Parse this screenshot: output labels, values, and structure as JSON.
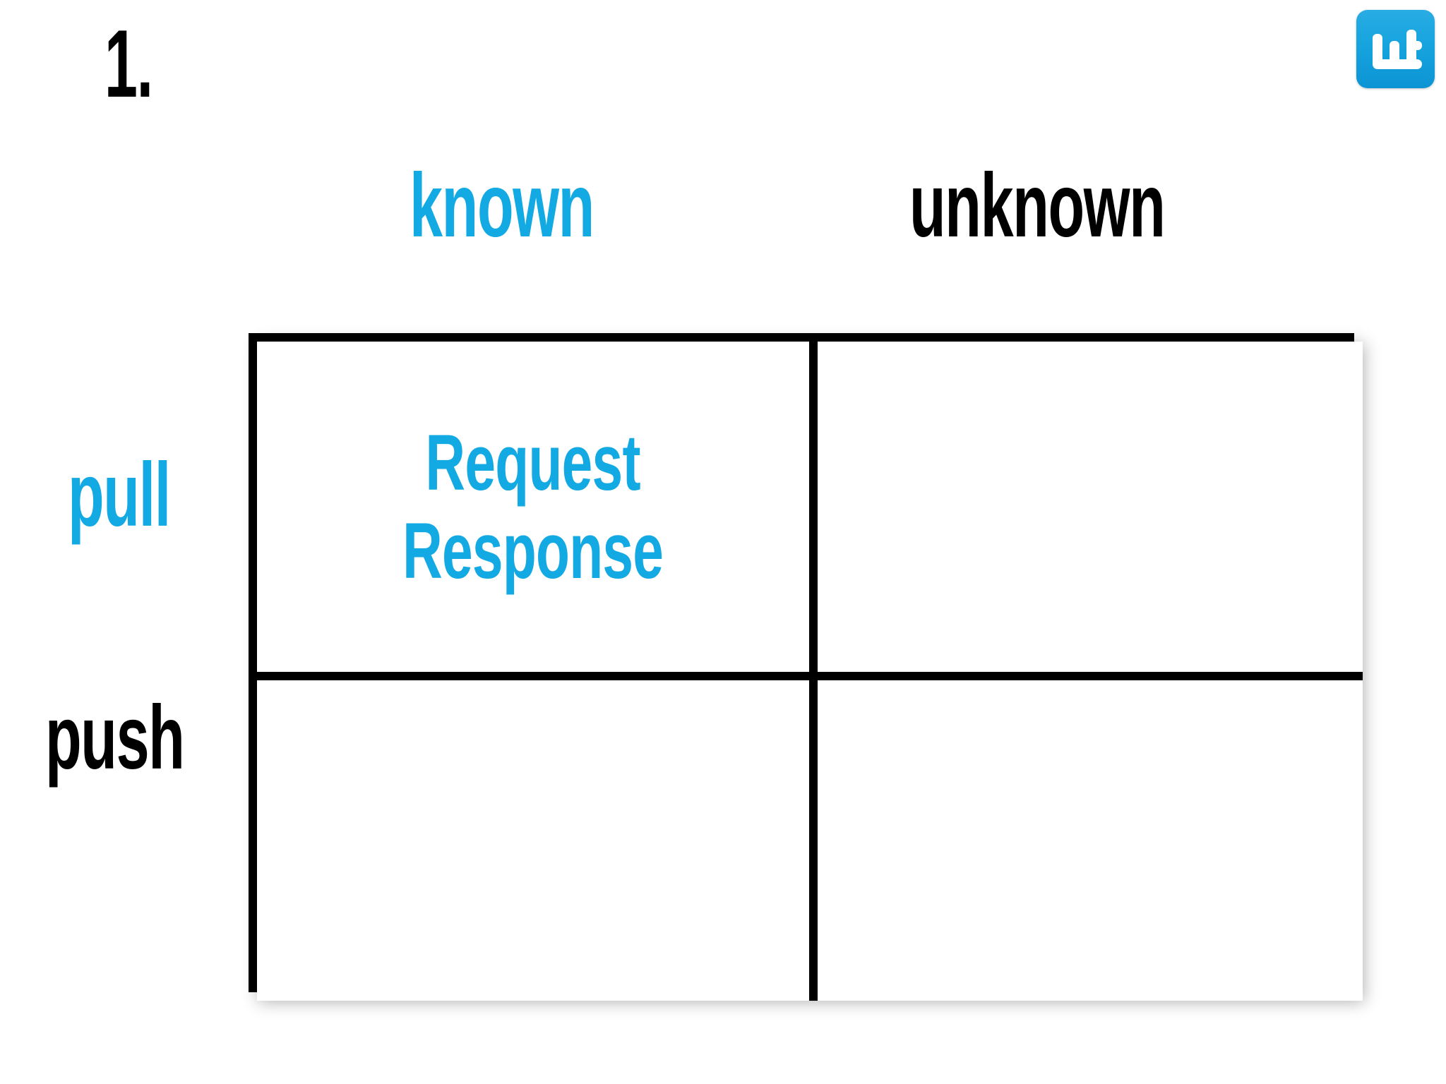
{
  "slide": {
    "number": "1.",
    "background_color": "#ffffff"
  },
  "brand": {
    "logo_icon": "wt-logo-icon",
    "logo_text": "wt",
    "logo_background_color": "#16A4DE",
    "logo_glyph_color": "#ffffff"
  },
  "colors": {
    "accent_blue": "#13A9E3",
    "text_black": "#000000",
    "cell_gradient_top": "#ffffff",
    "cell_gradient_bottom": "#bbdfee",
    "border_black": "#000000"
  },
  "matrix": {
    "column_headers": [
      {
        "label": "known",
        "color": "#13A9E3"
      },
      {
        "label": "unknown",
        "color": "#000000"
      }
    ],
    "row_labels": [
      {
        "label": "pull",
        "color": "#13A9E3"
      },
      {
        "label": "push",
        "color": "#000000"
      }
    ],
    "cells": [
      {
        "row": "pull",
        "column": "known",
        "line1": "Request",
        "line2": "Response",
        "filled": true,
        "text_color": "#13A9E3"
      },
      {
        "row": "pull",
        "column": "unknown",
        "line1": "",
        "line2": "",
        "filled": false,
        "text_color": "#13A9E3"
      },
      {
        "row": "push",
        "column": "known",
        "line1": "",
        "line2": "",
        "filled": false,
        "text_color": "#13A9E3"
      },
      {
        "row": "push",
        "column": "unknown",
        "line1": "",
        "line2": "",
        "filled": false,
        "text_color": "#13A9E3"
      }
    ]
  }
}
